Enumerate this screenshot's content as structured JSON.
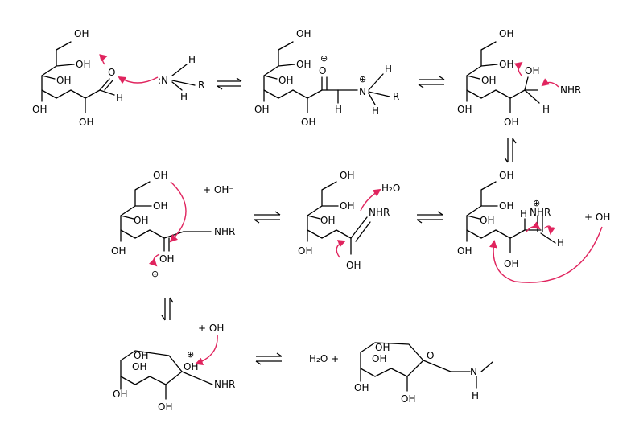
{
  "labels": {
    "oh": "OH",
    "o": "O",
    "h": "H",
    "n": "N",
    "r": "R",
    "nhr": "NHR",
    "h2o": "H₂O",
    "plus_oh_minus": "+ OH⁻",
    "water_plus": "H₂O +",
    "colon_n": ":N",
    "minus": "⊖",
    "plus": "⊕"
  },
  "colors": {
    "curly_arrow": "#e0245e",
    "ink": "#000000"
  }
}
